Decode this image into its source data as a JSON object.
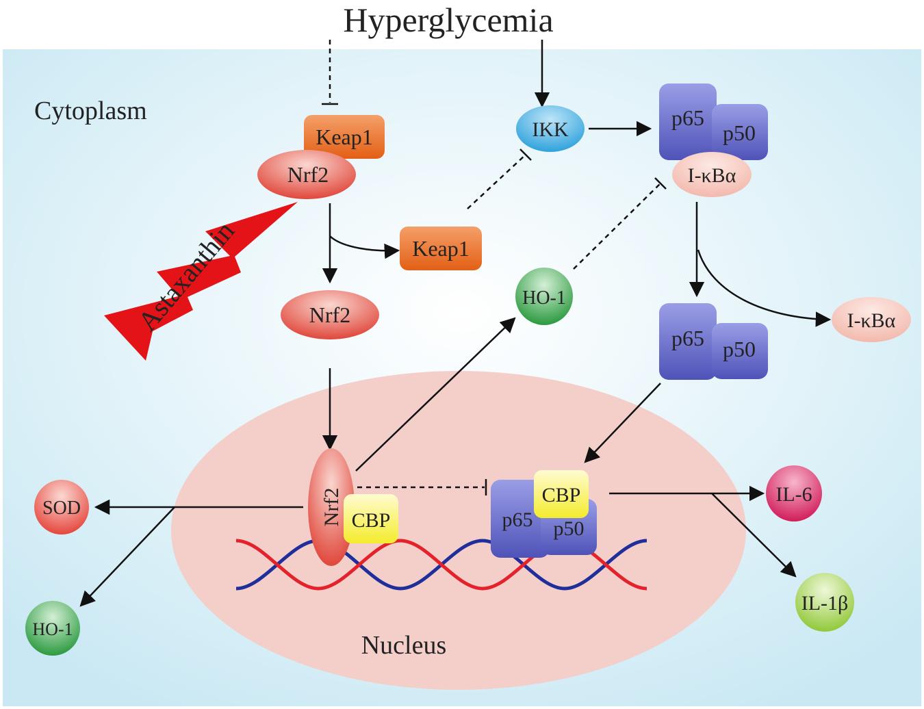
{
  "title": "Hyperglycemia",
  "compartments": {
    "cytoplasm": "Cytoplasm",
    "nucleus": "Nucleus"
  },
  "drug": "Astaxanthin",
  "nodes": {
    "keap1_bound": "Keap1",
    "nrf2_bound": "Nrf2",
    "keap1_free": "Keap1",
    "nrf2_free": "Nrf2",
    "nrf2_nuclear": "Nrf2",
    "cbp_nrf2": "CBP",
    "ikk": "IKK",
    "p65_complex": "p65",
    "p50_complex": "p50",
    "ikba_complex": "I-κBα",
    "p65_free": "p65",
    "p50_free": "p50",
    "ikba_free": "I-κBα",
    "ho1_cyto": "HO-1",
    "cbp_nfkb": "CBP",
    "p65_nuclear": "p65",
    "p50_nuclear": "p50",
    "sod": "SOD",
    "ho1_out": "HO-1",
    "il6": "IL-6",
    "il1b": "IL-1β"
  },
  "colors": {
    "background": "#cfe9f4",
    "nucleus": "#f4cfca",
    "keap1": "#e9641c",
    "nrf2": "#e0473b",
    "ikk": "#2fa2dc",
    "nfkb_subunit": "#5b5fc2",
    "ikba": "#f6c6bd",
    "cbp": "#f6ef3a",
    "ho1": "#2b9a3f",
    "sod": "#e5463d",
    "il6": "#d11d5a",
    "il1b": "#92c83a",
    "astaxanthin": "#e41318",
    "dna_strand_1": "#e3222b",
    "dna_strand_2": "#1f2e9a"
  }
}
